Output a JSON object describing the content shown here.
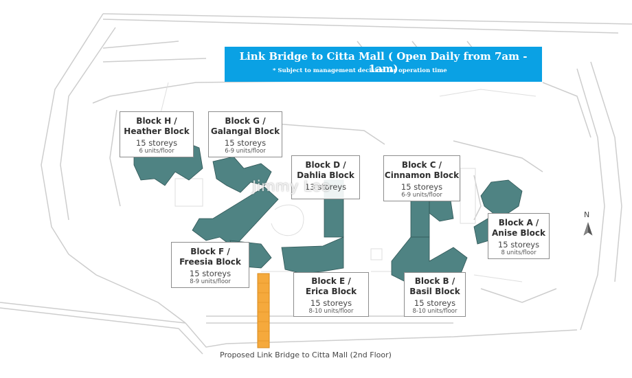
{
  "banner": {
    "title": "Link Bridge to Citta Mall ( Open Daily from 7am - 1am)",
    "note": "* Subject to management decision for operation time"
  },
  "blocks": {
    "h": {
      "name_line1": "Block H /",
      "name_line2": "Heather Block",
      "storeys": "15 storeys",
      "units": "6 units/floor"
    },
    "g": {
      "name_line1": "Block G /",
      "name_line2": "Galangal Block",
      "storeys": "15 storeys",
      "units": "6-9 units/floor"
    },
    "d": {
      "name_line1": "Block D /",
      "name_line2": "Dahlia Block",
      "storeys": "13 storeys",
      "units": ""
    },
    "c": {
      "name_line1": "Block C /",
      "name_line2": "Cinnamon Block",
      "storeys": "15 storeys",
      "units": "6-9 units/floor"
    },
    "a": {
      "name_line1": "Block A /",
      "name_line2": "Anise Block",
      "storeys": "15 storeys",
      "units": "8 units/floor"
    },
    "f": {
      "name_line1": "Block F /",
      "name_line2": "Freesia Block",
      "storeys": "15 storeys",
      "units": "8-9 units/floor"
    },
    "e": {
      "name_line1": "Block E /",
      "name_line2": "Erica Block",
      "storeys": "15 storeys",
      "units": "8-10 units/floor"
    },
    "b": {
      "name_line1": "Block B /",
      "name_line2": "Basil Block",
      "storeys": "15 storeys",
      "units": "8-10 units/floor"
    }
  },
  "bridge_caption": "Proposed Link Bridge to Citta Mall (2nd Floor)",
  "compass": {
    "label": "N"
  },
  "watermark": "Jimmy Lee",
  "colors": {
    "building": "#4f8383",
    "banner": "#0aa1e4",
    "bridge": "#f5a93c",
    "road_line": "#cfcfcf"
  }
}
